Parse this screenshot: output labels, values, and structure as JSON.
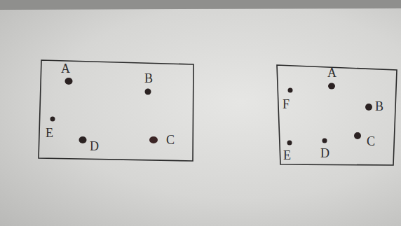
{
  "diagram": {
    "labels": [
      "A",
      "B",
      "E",
      "D",
      "C",
      "A",
      "F",
      "B",
      "E",
      "D",
      "C"
    ]
  }
}
